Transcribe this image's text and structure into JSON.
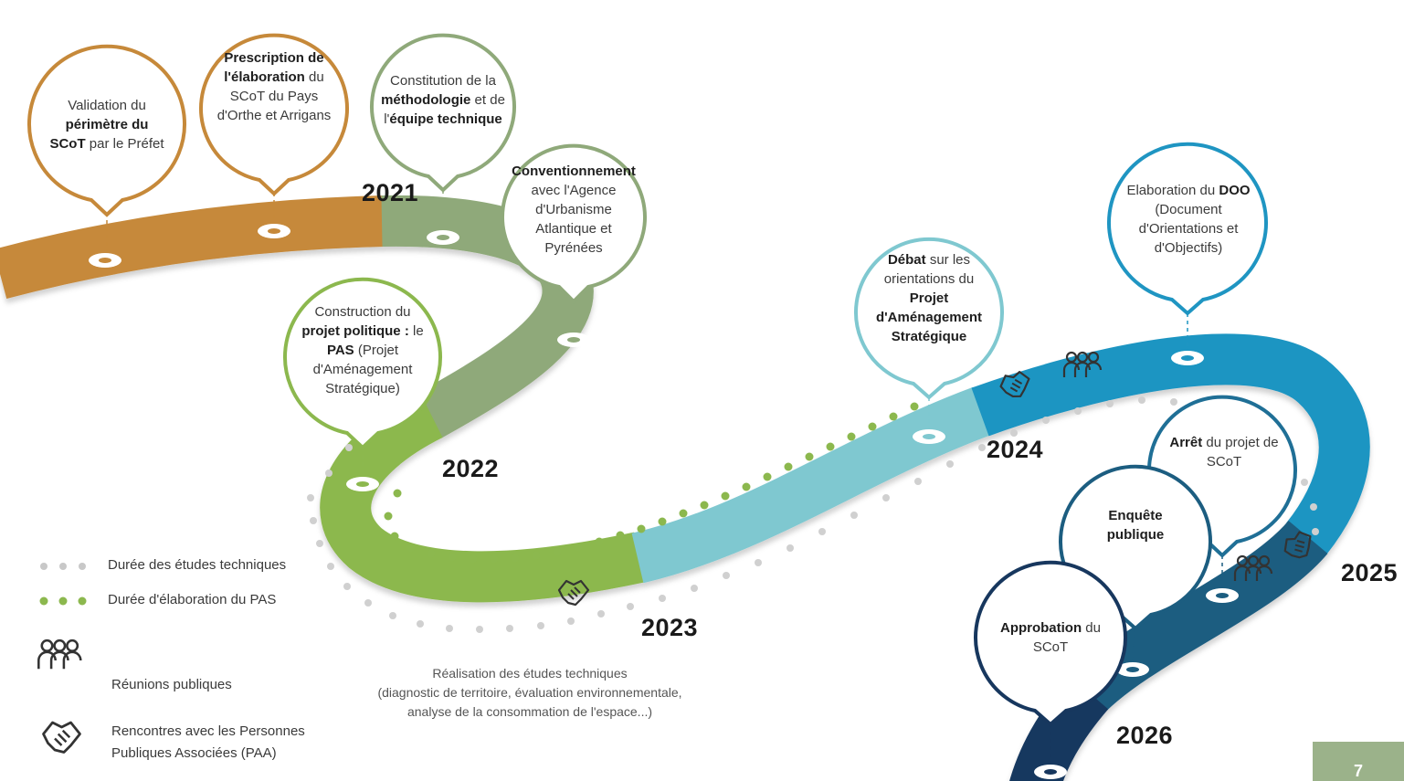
{
  "milestones": [
    {
      "id": "m1",
      "text": "<span>Validation du <b>périmètre du SCoT</b> par le Préfet</span>",
      "color": "#c6893a"
    },
    {
      "id": "m2",
      "text": "<span><b>Prescription de l'élaboration</b> du SCoT du Pays d'Orthe et Arrigans</span>",
      "color": "#c6893a"
    },
    {
      "id": "m3",
      "text": "<span>Constitution de la <b>méthodologie</b> et de l'<b>équipe technique</b></span>",
      "color": "#8fa97a"
    },
    {
      "id": "m4",
      "text": "<span><b>Conventionnement</b> avec l'Agence d'Urbanisme Atlantique et Pyrénées</span>",
      "color": "#8fa97a"
    },
    {
      "id": "m5",
      "text": "<span>Construction du <b>projet politique :</b> le <b>PAS</b> (Projet d'Aménagement Stratégique)</span>",
      "color": "#8cb84e"
    },
    {
      "id": "m6",
      "text": "<span><b>Débat</b> sur les orientations du <b>Projet d'Aménagement Stratégique</b></span>",
      "color": "#7fc8d0"
    },
    {
      "id": "m7",
      "text": "<span>Elaboration du <b>DOO</b> (Document d'Orientations et d'Objectifs)</span>",
      "color": "#1f95c2"
    },
    {
      "id": "m8",
      "text": "<span><b>Arrêt</b> du projet de SCoT</span>",
      "color": "#1f6f96"
    },
    {
      "id": "m9",
      "text": "<span><b>Enquête publique</b></span>",
      "color": "#1c5d80"
    },
    {
      "id": "m10",
      "text": "<span><b>Approbation</b> du SCoT</span>",
      "color": "#17375e"
    }
  ],
  "years": {
    "y2021": "2021",
    "y2022": "2022",
    "y2023": "2023",
    "y2024": "2024",
    "y2025": "2025",
    "y2026": "2026"
  },
  "legend": {
    "studies": "Durée des études techniques",
    "pas": "Durée d'élaboration du PAS",
    "meetings": "Réunions publiques",
    "paa_line1": "Rencontres avec les Personnes",
    "paa_line2": "Publiques Associées (PAA)"
  },
  "caption": {
    "line1": "Réalisation des études techniques",
    "line2": "(diagnostic de territoire, évaluation environnementale,",
    "line3": "analyse de la consommation de l'espace...)"
  },
  "page_number": "7",
  "colors": {
    "orange": "#c6893a",
    "sage": "#8fa97a",
    "green": "#8cb84e",
    "lightblue": "#7fc8d0",
    "blue": "#1f95c2",
    "navy": "#17375e"
  },
  "icons": {
    "meetings": "people-group-icon",
    "paa": "handshake-icon"
  }
}
